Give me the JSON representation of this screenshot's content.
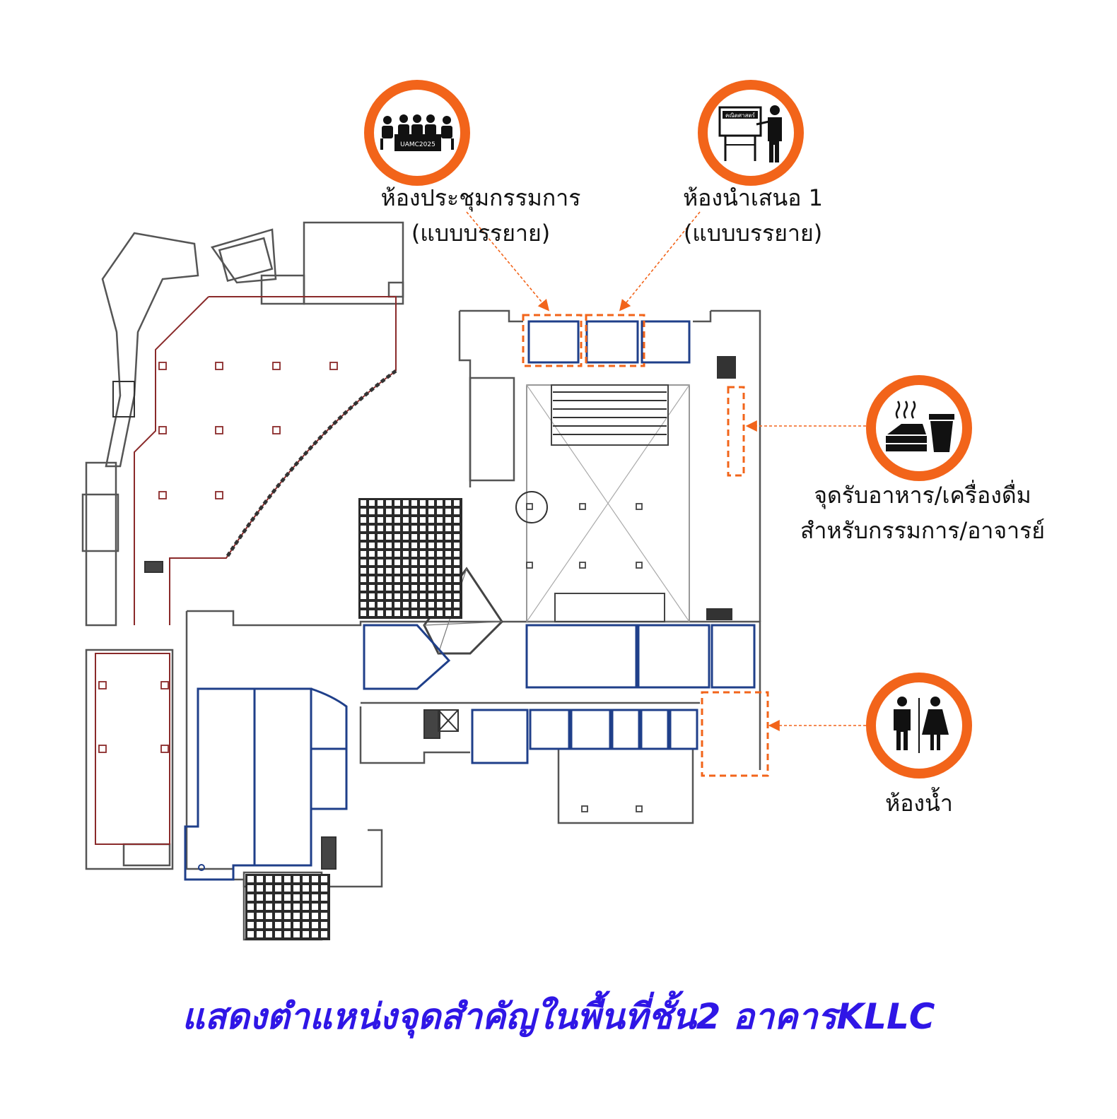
{
  "title": "แสดงตำแหน่งจุดสำคัญในพื้นที่ชั้น2 อาคารKLLC",
  "colors": {
    "accent_orange": "#f2641a",
    "wall_blue": "#1f3f8a",
    "wall_red": "#8a2a2a",
    "title_blue": "#2f16e6"
  },
  "markers": [
    {
      "id": "committee-room",
      "icon": "meeting-table-icon",
      "icon_text": "UAMC2025",
      "label_line1": "ห้องประชุมกรรมการ",
      "label_line2": "(แบบบรรยาย)"
    },
    {
      "id": "presentation-room-1",
      "icon": "presenter-board-icon",
      "icon_text": "คณิตศาสตร์",
      "label_line1": "ห้องนำเสนอ 1",
      "label_line2": "(แบบบรรยาย)"
    },
    {
      "id": "food-pickup",
      "icon": "food-drink-icon",
      "label_line1": "จุดรับอาหาร/เครื่องดื่ม",
      "label_line2": "สำหรับกรรมการ/อาจารย์"
    },
    {
      "id": "restroom",
      "icon": "restroom-icon",
      "label_line1": "ห้องน้ำ"
    }
  ]
}
